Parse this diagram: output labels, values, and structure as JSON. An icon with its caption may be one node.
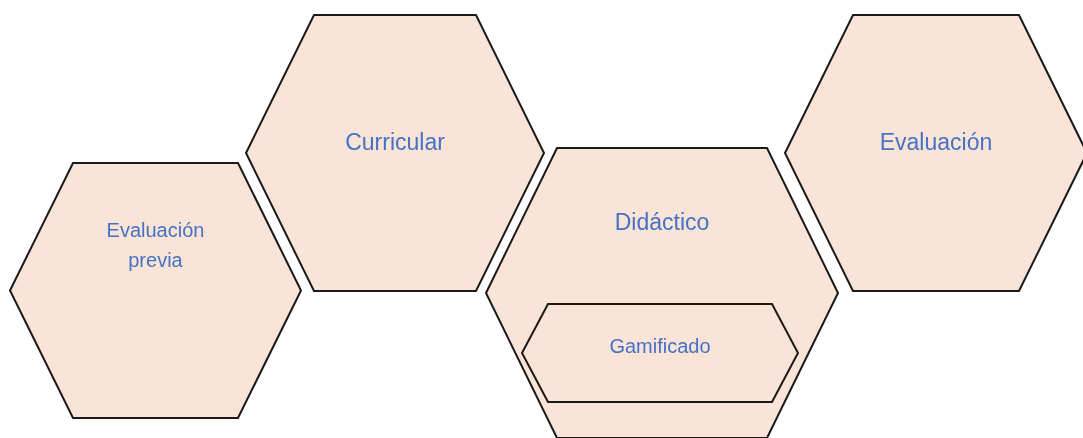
{
  "diagram": {
    "nodes": [
      {
        "text": [
          "Evaluación previa"
        ]
      },
      {
        "text": [
          "Curricular"
        ]
      },
      {
        "text": [
          "Didáctico"
        ]
      },
      {
        "text": [
          "Gamificado"
        ],
        "in": 2
      },
      {
        "text": [
          "Evaluación"
        ]
      }
    ]
  }
}
